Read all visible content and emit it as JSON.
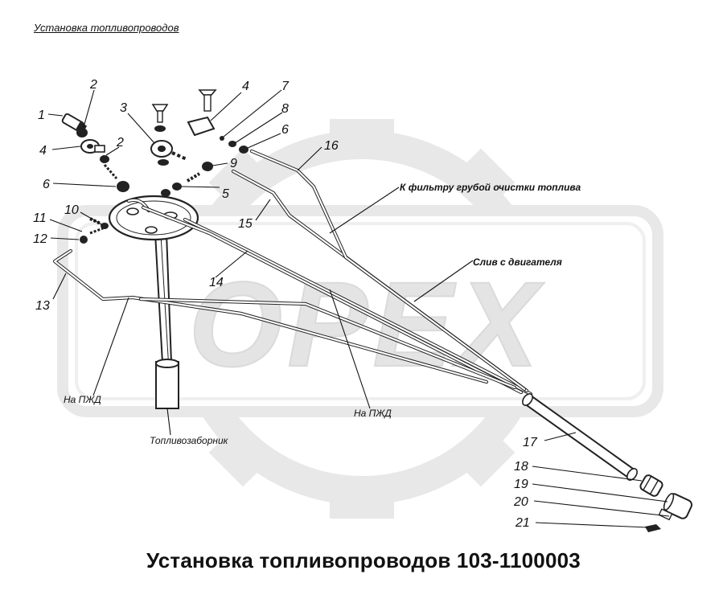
{
  "header": {
    "title": "Установка топливопроводов"
  },
  "caption": {
    "text": "Установка топливопроводов 103-1100003"
  },
  "watermark": {
    "text": "OPEX"
  },
  "callouts": [
    "1",
    "2",
    "2",
    "3",
    "4",
    "4",
    "5",
    "6",
    "6",
    "7",
    "8",
    "9",
    "10",
    "11",
    "12",
    "13",
    "14",
    "15",
    "16",
    "17",
    "18",
    "19",
    "20",
    "21"
  ],
  "labels": {
    "filter": "К фильтру грубой очистки топлива",
    "drain": "Слив с двигателя",
    "pzhd_left": "На ПЖД",
    "pzhd_right": "На ПЖД",
    "intake": "Топливозаборник"
  },
  "colors": {
    "line": "#222222",
    "watermark": "#d6d6d6",
    "background": "#ffffff"
  }
}
